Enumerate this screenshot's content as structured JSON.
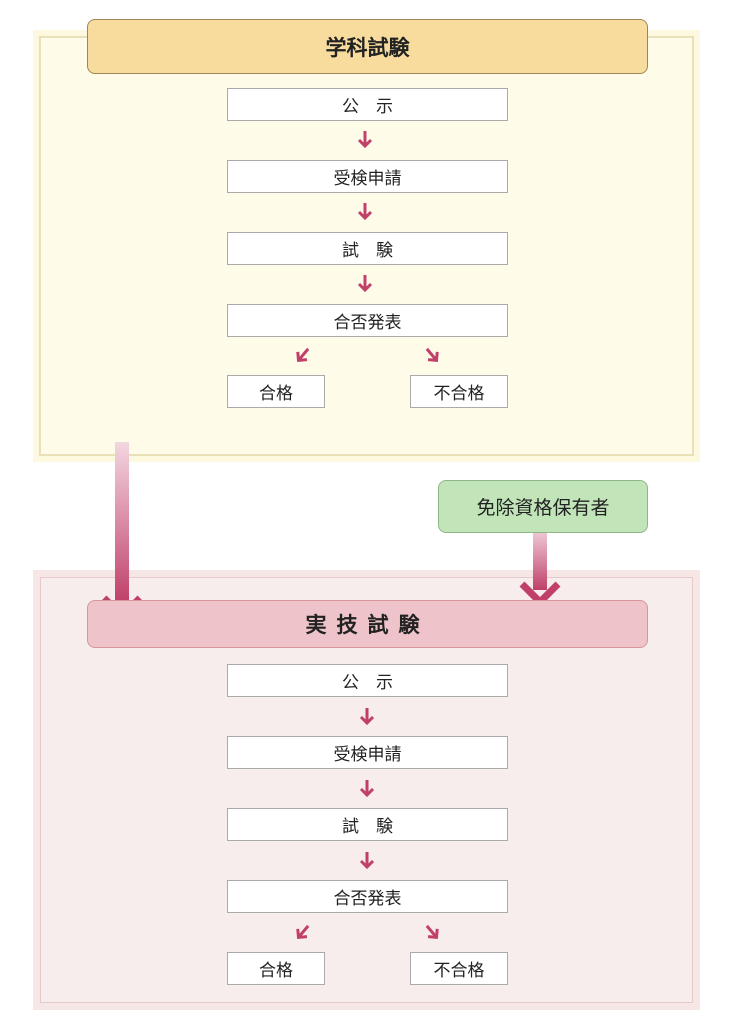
{
  "written_exam": {
    "title": "学科試験",
    "steps": [
      "公　示",
      "受検申請",
      "試　験",
      "合否発表"
    ],
    "results": [
      "合格",
      "不合格"
    ]
  },
  "exempt": {
    "label": "免除資格保有者"
  },
  "practical_exam": {
    "title": "実技試験",
    "steps": [
      "公　示",
      "受検申請",
      "試　験",
      "合否発表"
    ],
    "results": [
      "合格",
      "不合格"
    ]
  },
  "colors": {
    "arrow": "#c0406a",
    "written_header": "#f7dc9e",
    "practical_header": "#eec3c9",
    "exempt": "#c1e5b9"
  }
}
